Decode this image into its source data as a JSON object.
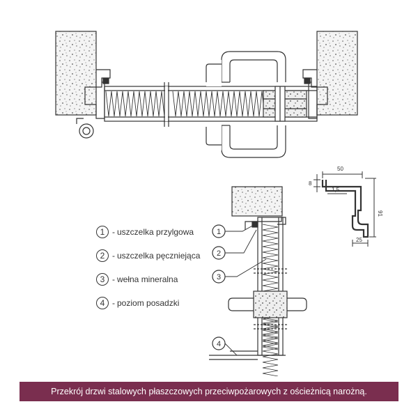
{
  "colors": {
    "caption_bg": "#7a2e4f",
    "line": "#333333",
    "wall_fill": "#f4f4f4",
    "speckle": "#555555"
  },
  "legend": [
    {
      "number": "1",
      "dash": "-",
      "label": "uszczelka przylgowa"
    },
    {
      "number": "2",
      "dash": "-",
      "label": "uszczelka pęczniejąca"
    },
    {
      "number": "3",
      "dash": "-",
      "label": "wełna mineralna"
    },
    {
      "number": "4",
      "dash": "-",
      "label": "poziom posadzki"
    }
  ],
  "callouts": [
    "1",
    "2",
    "3",
    "4"
  ],
  "dimensions": {
    "width_top": "50",
    "lip_height": "8",
    "thickness": "1,5",
    "height": "91",
    "bottom_width": "25"
  },
  "caption": "Przekrój drzwi stalowych płaszczowych przeciwpożarowych z ościeżnicą narożną."
}
